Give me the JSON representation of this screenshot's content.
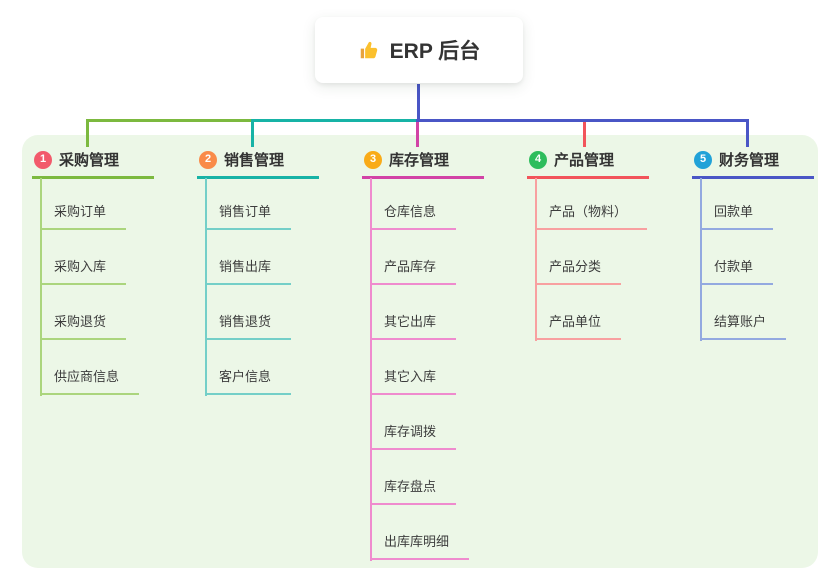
{
  "root": {
    "icon": "thumbs-up",
    "label": "ERP 后台"
  },
  "colors": {
    "panel_bg": "#ecf7e7",
    "trunk_line": "#4a56c6",
    "root_text": "#333333",
    "child_text": "#3d3d3d"
  },
  "branches": [
    {
      "num": "1",
      "label": "采购管理",
      "badge_color": "#f25a6b",
      "line_color": "#7cb93f",
      "child_line_color": "#abd57d",
      "children": [
        "采购订单",
        "采购入库",
        "采购退货",
        "供应商信息"
      ]
    },
    {
      "num": "2",
      "label": "销售管理",
      "badge_color": "#f98b49",
      "line_color": "#17b3a6",
      "child_line_color": "#74cfc8",
      "children": [
        "销售订单",
        "销售出库",
        "销售退货",
        "客户信息"
      ]
    },
    {
      "num": "3",
      "label": "库存管理",
      "badge_color": "#f9ab18",
      "line_color": "#d243a6",
      "child_line_color": "#ef8bce",
      "children": [
        "仓库信息",
        "产品库存",
        "其它出库",
        "其它入库",
        "库存调拨",
        "库存盘点",
        "出库库明细"
      ]
    },
    {
      "num": "4",
      "label": "产品管理",
      "badge_color": "#2ebd5d",
      "line_color": "#f2545b",
      "child_line_color": "#f8a0a0",
      "children": [
        "产品（物料）",
        "产品分类",
        "产品单位"
      ]
    },
    {
      "num": "5",
      "label": "财务管理",
      "badge_color": "#21a2d8",
      "line_color": "#4a56c6",
      "child_line_color": "#93a9e0",
      "children": [
        "回款单",
        "付款单",
        "结算账户"
      ]
    }
  ]
}
